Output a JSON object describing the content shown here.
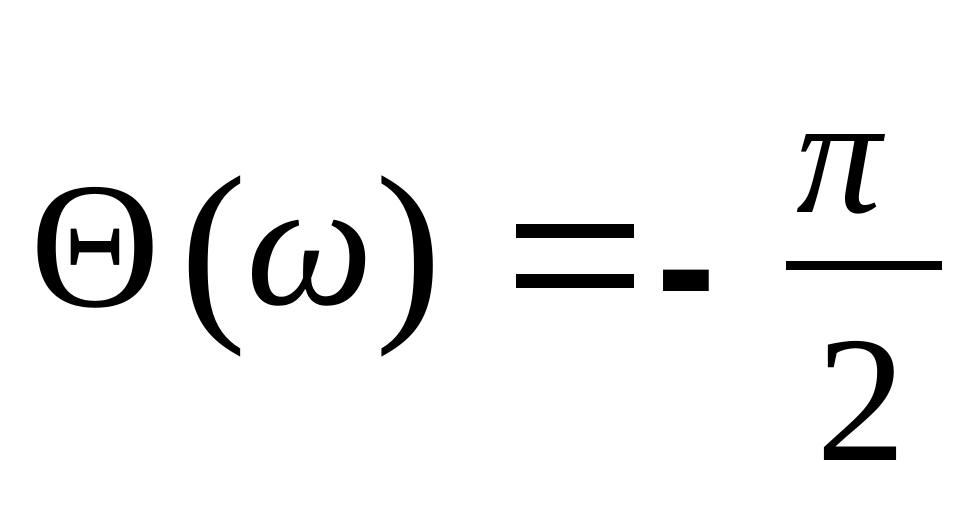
{
  "equation": {
    "lhs_symbol": "Θ",
    "left_paren": "(",
    "argument": "ω",
    "right_paren": ")",
    "operator": "=",
    "sign": "-",
    "numerator": "π",
    "denominator": "2"
  }
}
